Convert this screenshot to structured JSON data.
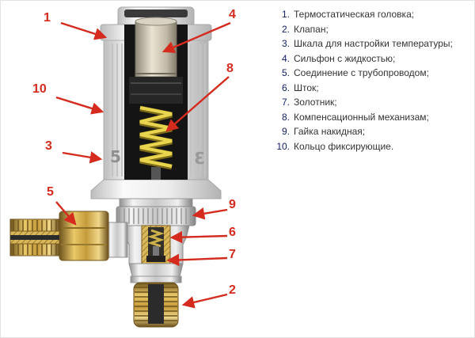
{
  "colors": {
    "callout_red": "#d42b1e",
    "legend_number": "#14206a",
    "legend_text": "#333333",
    "brass": "#c49a3a",
    "spring_yellow": "#e8d44d",
    "chrome": "#c7c7c7"
  },
  "head_scale": {
    "left_digit": "5",
    "right_digit": "3"
  },
  "callouts": [
    {
      "label": "1"
    },
    {
      "label": "4"
    },
    {
      "label": "10"
    },
    {
      "label": "8"
    },
    {
      "label": "3"
    },
    {
      "label": "5"
    },
    {
      "label": "9"
    },
    {
      "label": "6"
    },
    {
      "label": "7"
    },
    {
      "label": "2"
    }
  ],
  "legend": {
    "items": [
      {
        "num": "1.",
        "label": "Термостатическая головка;"
      },
      {
        "num": "2.",
        "label": "Клапан;"
      },
      {
        "num": "3.",
        "label": "Шкала для настройки температуры;"
      },
      {
        "num": "4.",
        "label": "Сильфон с жидкостью;"
      },
      {
        "num": "5.",
        "label": "Соединение с трубопроводом;"
      },
      {
        "num": "6.",
        "label": "Шток;"
      },
      {
        "num": "7.",
        "label": "Золотник;"
      },
      {
        "num": "8.",
        "label": "Компенсационный механизам;"
      },
      {
        "num": "9.",
        "label": "Гайка накидная;"
      },
      {
        "num": "10.",
        "label": "Кольцо фиксирующие."
      }
    ]
  }
}
